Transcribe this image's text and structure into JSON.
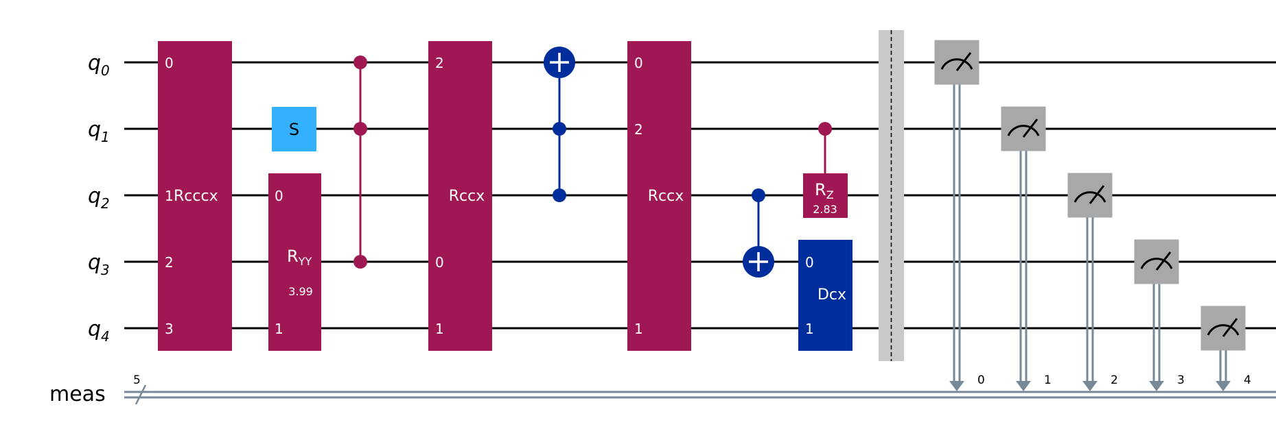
{
  "colors": {
    "wire": "#000000",
    "classical_wire": "#778899",
    "multi_qubit_gate": "#9f1853",
    "single_qubit_gate": "#33b1ff",
    "controlled_x": "#002d9c",
    "dcx_gate": "#002d9c",
    "measure_box": "#a8a8a8",
    "barrier": "#c9c9c9"
  },
  "qubits": [
    {
      "base": "q",
      "sub": "0"
    },
    {
      "base": "q",
      "sub": "1"
    },
    {
      "base": "q",
      "sub": "2"
    },
    {
      "base": "q",
      "sub": "3"
    },
    {
      "base": "q",
      "sub": "4"
    }
  ],
  "classical_register": {
    "name": "meas",
    "size": "5"
  },
  "gates": {
    "rcccx": {
      "label": "Rcccx",
      "ports": [
        {
          "qubit": 0,
          "label": "0"
        },
        {
          "qubit": 2,
          "label": "1"
        },
        {
          "qubit": 3,
          "label": "2"
        },
        {
          "qubit": 4,
          "label": "3"
        }
      ]
    },
    "s": {
      "label": "S",
      "qubit": 1
    },
    "ryy": {
      "label": "R",
      "sub": "YY",
      "param": "3.99",
      "ports": [
        {
          "qubit": 2,
          "label": "0"
        },
        {
          "qubit": 4,
          "label": "1"
        }
      ]
    },
    "cz_multi": {
      "qubits": [
        0,
        1,
        3
      ]
    },
    "rccx_1": {
      "label": "Rccx",
      "ports": [
        {
          "qubit": 0,
          "label": "2"
        },
        {
          "qubit": 3,
          "label": "0"
        },
        {
          "qubit": 4,
          "label": "1"
        }
      ]
    },
    "ccx": {
      "target": 0,
      "controls": [
        1,
        2
      ]
    },
    "rccx_2": {
      "label": "Rccx",
      "ports": [
        {
          "qubit": 0,
          "label": "0"
        },
        {
          "qubit": 1,
          "label": "2"
        },
        {
          "qubit": 4,
          "label": "1"
        }
      ]
    },
    "cx": {
      "control": 2,
      "target": 3
    },
    "crz": {
      "control": 1,
      "target": 2,
      "label": "R",
      "sub": "Z",
      "param": "2.83"
    },
    "dcx": {
      "label": "Dcx",
      "ports": [
        {
          "qubit": 3,
          "label": "0"
        },
        {
          "qubit": 4,
          "label": "1"
        }
      ]
    },
    "barrier": {
      "qubits": [
        0,
        1,
        2,
        3,
        4
      ]
    },
    "measures": [
      {
        "qubit": 0,
        "clbit": "0"
      },
      {
        "qubit": 1,
        "clbit": "1"
      },
      {
        "qubit": 2,
        "clbit": "2"
      },
      {
        "qubit": 3,
        "clbit": "3"
      },
      {
        "qubit": 4,
        "clbit": "4"
      }
    ]
  }
}
